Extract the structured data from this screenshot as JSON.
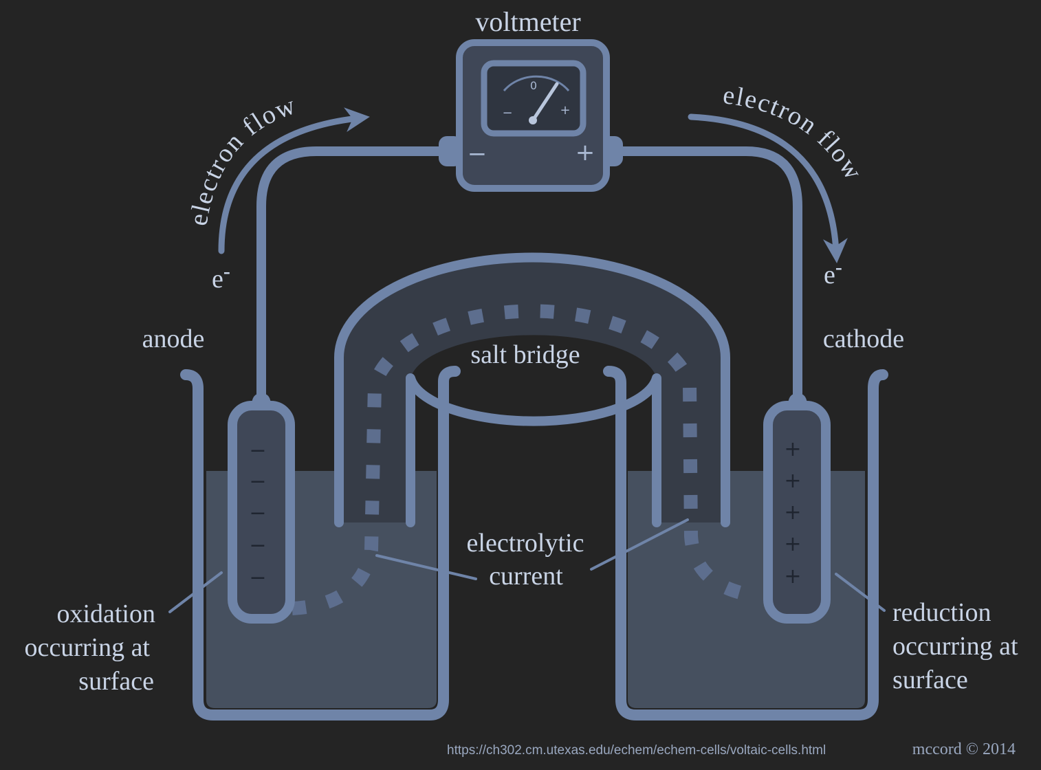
{
  "labels": {
    "voltmeter": "voltmeter",
    "electron_flow_left": "electron flow",
    "electron_flow_right": "electron flow",
    "electron_left": "e",
    "electron_right": "e",
    "electron_charge": "-",
    "anode": "anode",
    "cathode": "cathode",
    "salt_bridge": "salt bridge",
    "electrolytic_current_line1": "electrolytic",
    "electrolytic_current_line2": "current",
    "oxidation_line1": "oxidation",
    "oxidation_line2": "occurring at",
    "oxidation_line3": "surface",
    "reduction_line1": "reduction",
    "reduction_line2": "occurring at",
    "reduction_line3": "surface"
  },
  "meter": {
    "terminal_negative": "−",
    "terminal_positive": "+",
    "dial_minus": "−",
    "dial_zero": "0",
    "dial_plus": "+"
  },
  "anode_charges": [
    "−",
    "−",
    "−",
    "−",
    "−"
  ],
  "cathode_charges": [
    "+",
    "+",
    "+",
    "+",
    "+"
  ],
  "footer": {
    "url": "https://ch302.cm.utexas.edu/echem/echem-cells/voltaic-cells.html",
    "credit": "mccord © 2014"
  },
  "colors": {
    "background": "#242424",
    "line": "#6f84a8",
    "solution": "#46505f",
    "text": "#c9d4e6"
  }
}
